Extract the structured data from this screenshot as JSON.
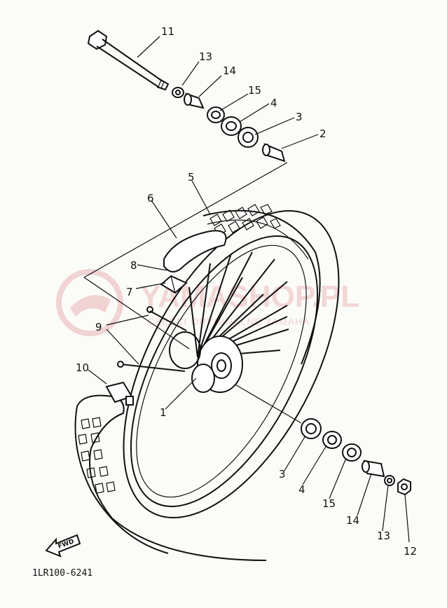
{
  "parts_labels": [
    {
      "id": "p11a",
      "text": "11"
    },
    {
      "id": "p13a",
      "text": "13"
    },
    {
      "id": "p14a",
      "text": "14"
    },
    {
      "id": "p15a",
      "text": "15"
    },
    {
      "id": "p4a",
      "text": "4"
    },
    {
      "id": "p3a",
      "text": "3"
    },
    {
      "id": "p2",
      "text": "2"
    },
    {
      "id": "p5",
      "text": "5"
    },
    {
      "id": "p6",
      "text": "6"
    },
    {
      "id": "p8",
      "text": "8"
    },
    {
      "id": "p7",
      "text": "7"
    },
    {
      "id": "p9",
      "text": "9"
    },
    {
      "id": "p10",
      "text": "10"
    },
    {
      "id": "p1",
      "text": "1"
    },
    {
      "id": "p3b",
      "text": "3"
    },
    {
      "id": "p4b",
      "text": "4"
    },
    {
      "id": "p15b",
      "text": "15"
    },
    {
      "id": "p14b",
      "text": "14"
    },
    {
      "id": "p13b",
      "text": "13"
    },
    {
      "id": "p12",
      "text": "12"
    }
  ],
  "fwd_label": "FWD",
  "diagram_code": "1LR100-6241",
  "watermark": {
    "main": "YAMASHOP.PL",
    "sub": "CZĘŚCI ORYGINALNE YAMAHA",
    "color": "#e9b9b9"
  }
}
